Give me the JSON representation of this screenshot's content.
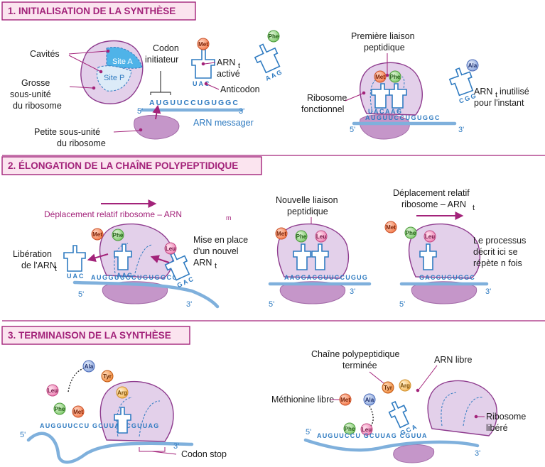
{
  "sections": {
    "s1": "1. INITIALISATION DE LA SYNTHÈSE",
    "s2": "2. ÉLONGATION DE LA CHAÎNE POLYPEPTIDIQUE",
    "s3": "3. TERMINAISON DE LA SYNTHÈSE"
  },
  "s1": {
    "cavites": "Cavités",
    "grosse": [
      "Grosse",
      "sous-unité",
      "du ribosome"
    ],
    "site_a": "Site A",
    "site_p": "Site P",
    "codon": [
      "Codon",
      "initiateur"
    ],
    "arnt_active": [
      "ARN",
      "t",
      "activé"
    ],
    "anticodon": "Anticodon",
    "anticodon_seq": "UAC",
    "phe_anticodon": "AAG",
    "mrna_seq": "AUGUUCCUGUGGC",
    "five": "5'",
    "three": "3'",
    "arn_messager": "ARN messager",
    "petite": [
      "Petite sous-unité",
      "du ribosome"
    ],
    "premiere": [
      "Première liaison",
      "peptidique"
    ],
    "ribosome_fonct": [
      "Ribosome",
      "fonctionnel"
    ],
    "mrna_right": "AUGUUCCUGUGGC",
    "anticodons_right": "UACAAG",
    "arnt_inutilise": [
      "ARN",
      "t",
      " inutilisé",
      "pour l'instant"
    ],
    "ala_anticodon": "CGG"
  },
  "s2": {
    "deplacement": [
      "Déplacement relatif ribosome – ARN",
      "m"
    ],
    "liberation": [
      "Libération",
      "de l'ARN",
      "t"
    ],
    "mise": [
      "Mise en place",
      "d'un nouvel",
      "ARN",
      "t"
    ],
    "nouvelle": [
      "Nouvelle liaison",
      "peptidique"
    ],
    "depl2": [
      "Déplacement relatif",
      "ribosome – ARN",
      "t"
    ],
    "processus": [
      "Le processus",
      "décrit ici se",
      "répète n fois"
    ],
    "mrna_a": "AUGGUUCCUGUGGCC",
    "free_trna": "UAC",
    "codon_bound": "AAG",
    "leu_anticodon": "GAC",
    "mrna_b": "AAGGACGUUCCUGUG",
    "mrna_c": "GACCUGUGGC",
    "five": "5'",
    "three": "3'"
  },
  "s3": {
    "chaine": [
      "Chaîne polypeptidique",
      "terminée"
    ],
    "arn_libre": "ARN libre",
    "methionine": "Méthionine libre",
    "ribosome_libere": [
      "Ribosome",
      "libéré"
    ],
    "codon_stop": "Codon stop",
    "mrna_left": "AUGGUUCCU GCUUAGCGUUAG",
    "mrna_right": "AUGUUCCU GCUUAG CGUUA",
    "gca": "GCA",
    "five": "5'",
    "three": "3'"
  },
  "amino_acids": {
    "met": "Met",
    "phe": "Phe",
    "ala": "Ala",
    "leu": "Leu",
    "tyr": "Tyr",
    "arg": "Arg"
  },
  "colors": {
    "accent": "#a3237a",
    "blue": "#2f7bc1",
    "ribosome_fill": "#e3d0ea",
    "met": "#f47a4a",
    "phe": "#7ec96a",
    "ala": "#8aa6dc",
    "leu": "#ee7fb2",
    "tyr": "#f08a3c",
    "arg": "#f5b85a"
  }
}
